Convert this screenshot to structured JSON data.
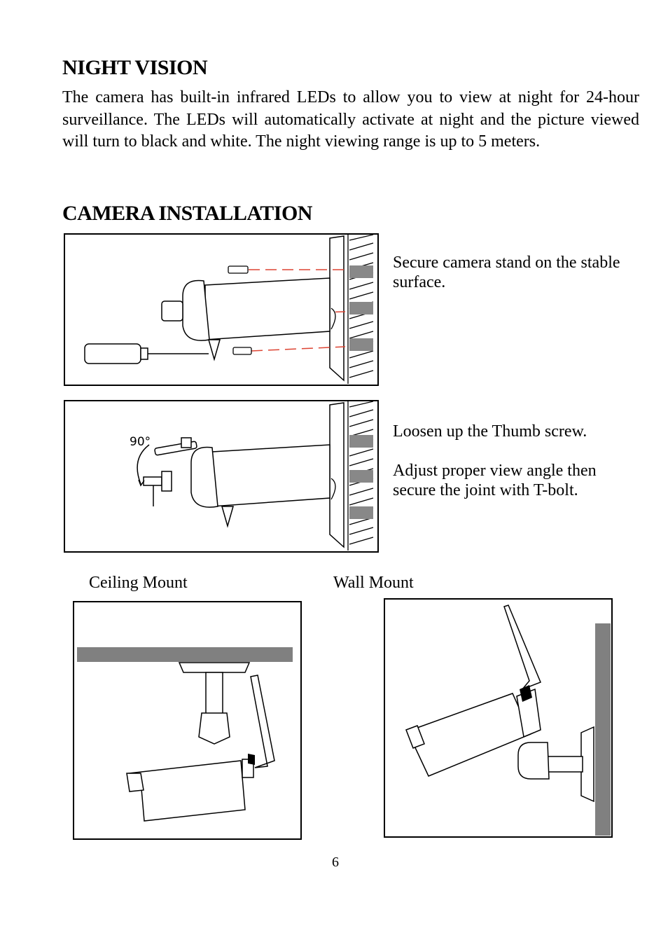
{
  "night_vision": {
    "heading": "NIGHT VISION",
    "body": "The camera has built-in infrared LEDs to allow you to view at night for 24-hour surveillance. The LEDs will automatically activate at night and the picture viewed will turn to black and white. The night viewing range is up to 5 meters."
  },
  "installation": {
    "heading": "CAMERA INSTALLATION",
    "step1_caption": "Secure camera stand on the stable surface.",
    "step2_caption_a": "Loosen up the Thumb screw.",
    "step2_caption_b": "Adjust proper view angle then secure the joint with T-bolt.",
    "angle_label": "90°",
    "ceiling_label": "Ceiling Mount",
    "wall_label": "Wall Mount"
  },
  "page_number": "6"
}
